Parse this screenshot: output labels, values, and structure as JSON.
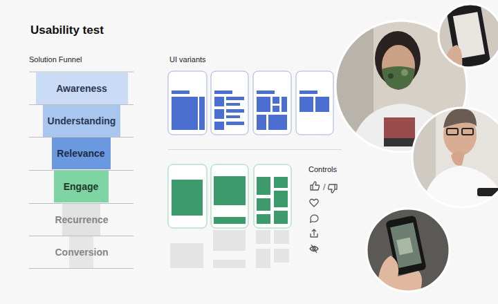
{
  "diagram": {
    "title": "Usability test",
    "nodes": [
      {
        "text": [
          "Awareness"
        ]
      },
      {
        "text": [
          "Understanding"
        ]
      },
      {
        "text": [
          "Relevance"
        ]
      },
      {
        "text": [
          "Engage"
        ]
      },
      {
        "text": [
          "Recurrence"
        ]
      },
      {
        "text": [
          "Conversion"
        ]
      }
    ],
    "labels": [
      "Solution Funnel",
      "UI variants",
      "Controls",
      "/"
    ]
  }
}
